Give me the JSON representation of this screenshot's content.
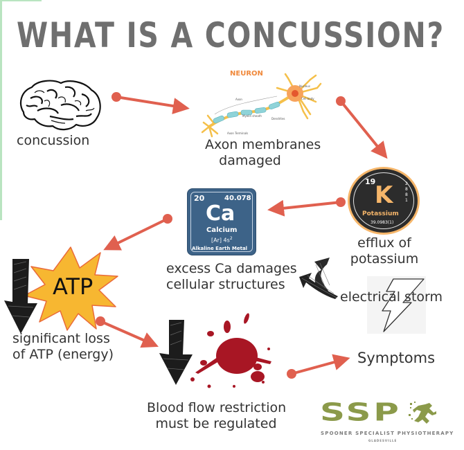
{
  "title": "WHAT IS A CONCUSSION?",
  "colors": {
    "title": "#6f6f6f",
    "arrow": "#e0604f",
    "calcium_tile": "#3d6388",
    "potassium_disc": "#2c2c2c",
    "potassium_symbol": "#f6b66a",
    "atp_star": "#f7b731",
    "blood": "#a81624",
    "logo_green": "#8b9a4a",
    "accent_border": "#b9e4c0"
  },
  "steps": {
    "concussion": {
      "label": "concussion",
      "icon": "brain-icon"
    },
    "axon": {
      "label_line1": "Axon membranes",
      "label_line2": "damaged",
      "icon": "neuron-illustration"
    },
    "potassium": {
      "label_line1": "efflux of",
      "label_line2": "potassium",
      "icon": "potassium-element-icon"
    },
    "electrical": {
      "label": "electrical storm",
      "icon": "lightning-bolt-icon"
    },
    "calcium": {
      "label_line1": "excess Ca damages",
      "label_line2": "cellular structures",
      "icon": "calcium-element-icon"
    },
    "atp": {
      "label_line1": "significant loss",
      "label_line2": "of ATP (energy)",
      "badge": "ATP",
      "icon": "starburst-icon"
    },
    "blood": {
      "label_line1": "Blood flow restriction",
      "label_line2": "must be regulated",
      "icon": "blood-splatter-icon"
    },
    "symptoms": {
      "label": "Symptoms"
    }
  },
  "neuron": {
    "title": "NEURON",
    "parts": [
      "Nucleus",
      "Cell body",
      "Axon",
      "Myelin sheath",
      "Dendrites",
      "Axon Terminals"
    ]
  },
  "potassium_element": {
    "number": "19",
    "symbol": "K",
    "name": "Potassium",
    "mass": "39.0983(1)",
    "shells": [
      "2",
      "8",
      "8",
      "1"
    ]
  },
  "calcium_element": {
    "number": "20",
    "mass": "40.078",
    "symbol": "Ca",
    "name": "Calcium",
    "config": "[Ar] 4s",
    "config_sup": "2",
    "category": "Alkaline Earth Metal"
  },
  "logo": {
    "mark": "SSP",
    "name": "SPOONER SPECIALIST PHYSIOTHERAPY",
    "location": "GLADESVILLE"
  }
}
